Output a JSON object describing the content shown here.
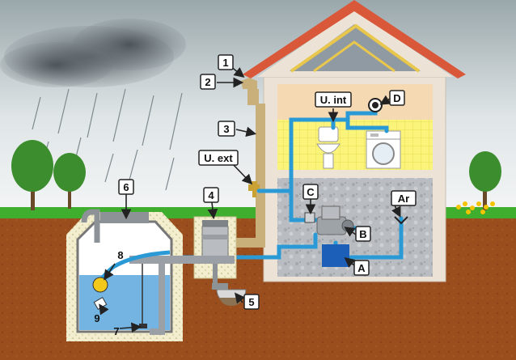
{
  "labels": {
    "n1": "1",
    "n2": "2",
    "n3": "3",
    "n4": "4",
    "n5": "5",
    "n6": "6",
    "n7": "7",
    "n8": "8",
    "n9": "9",
    "A": "A",
    "B": "B",
    "C": "C",
    "D": "D",
    "u_int": "U. int",
    "u_ext": "U. ext",
    "ar": "Ar"
  },
  "colors": {
    "sky_top": "#a9b4b8",
    "sky_bottom": "#eef1f2",
    "grass": "#3fae2f",
    "soil": "#9c4f1f",
    "wall": "#ece3d6",
    "roof": "#d9583a",
    "water": "#5aa7de",
    "pipe_blue": "#2a9ad7",
    "pump_blue": "#1b5fb8",
    "downpipe": "#c9b07a",
    "tile": "#fbf47a"
  }
}
